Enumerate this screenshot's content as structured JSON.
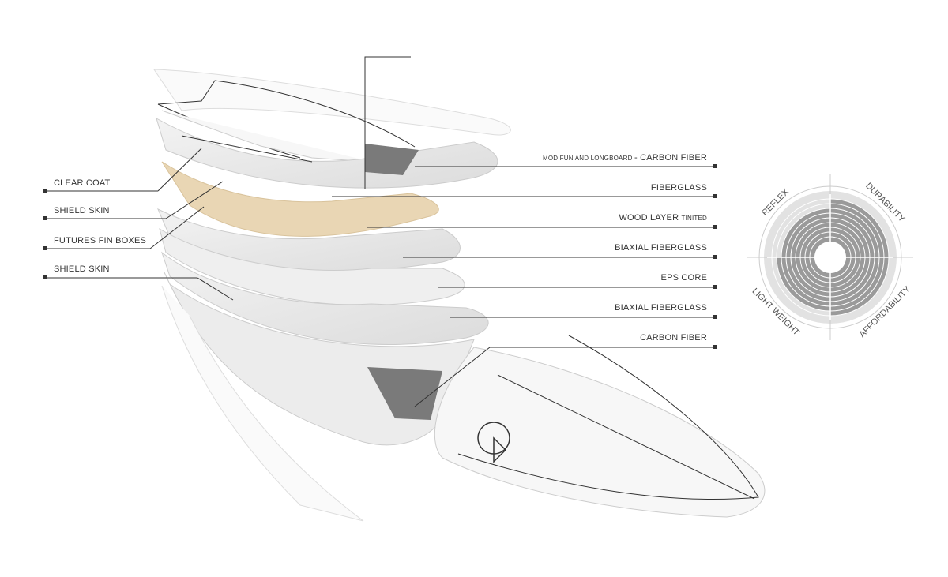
{
  "left_labels": [
    {
      "text": "CLEAR COAT"
    },
    {
      "text": "SHIELD SKIN"
    },
    {
      "text": "FUTURES FIN BOXES"
    },
    {
      "text": "SHIELD SKIN"
    }
  ],
  "right_labels": [
    {
      "prefix": "MOD FUN AND LONGBOARD ",
      "text": "- CARBON FIBER"
    },
    {
      "text": "FIBERGLASS"
    },
    {
      "text": "WOOD LAYER ",
      "suffix": "TINITED"
    },
    {
      "text": "BIAXIAL FIBERGLASS"
    },
    {
      "text": "EPS CORE"
    },
    {
      "text": "BIAXIAL FIBERGLASS"
    },
    {
      "text": "CARBON FIBER"
    }
  ],
  "rating_chart": {
    "type": "radial",
    "scale_max": 10,
    "axes": [
      {
        "name": "REFLEX",
        "value": 7
      },
      {
        "name": "DURABILITY",
        "value": 9
      },
      {
        "name": "AFFORDABILITY",
        "value": 9
      },
      {
        "name": "LIGHT WEIGHT",
        "value": 8
      }
    ],
    "colors": {
      "filled": "#9a9a9a",
      "unfilled": "#e2e2e2",
      "ring": "#ffffff"
    }
  },
  "colors": {
    "wood": "#e9d6b4",
    "carbon": "#7a7a7a",
    "line": "#333333"
  }
}
